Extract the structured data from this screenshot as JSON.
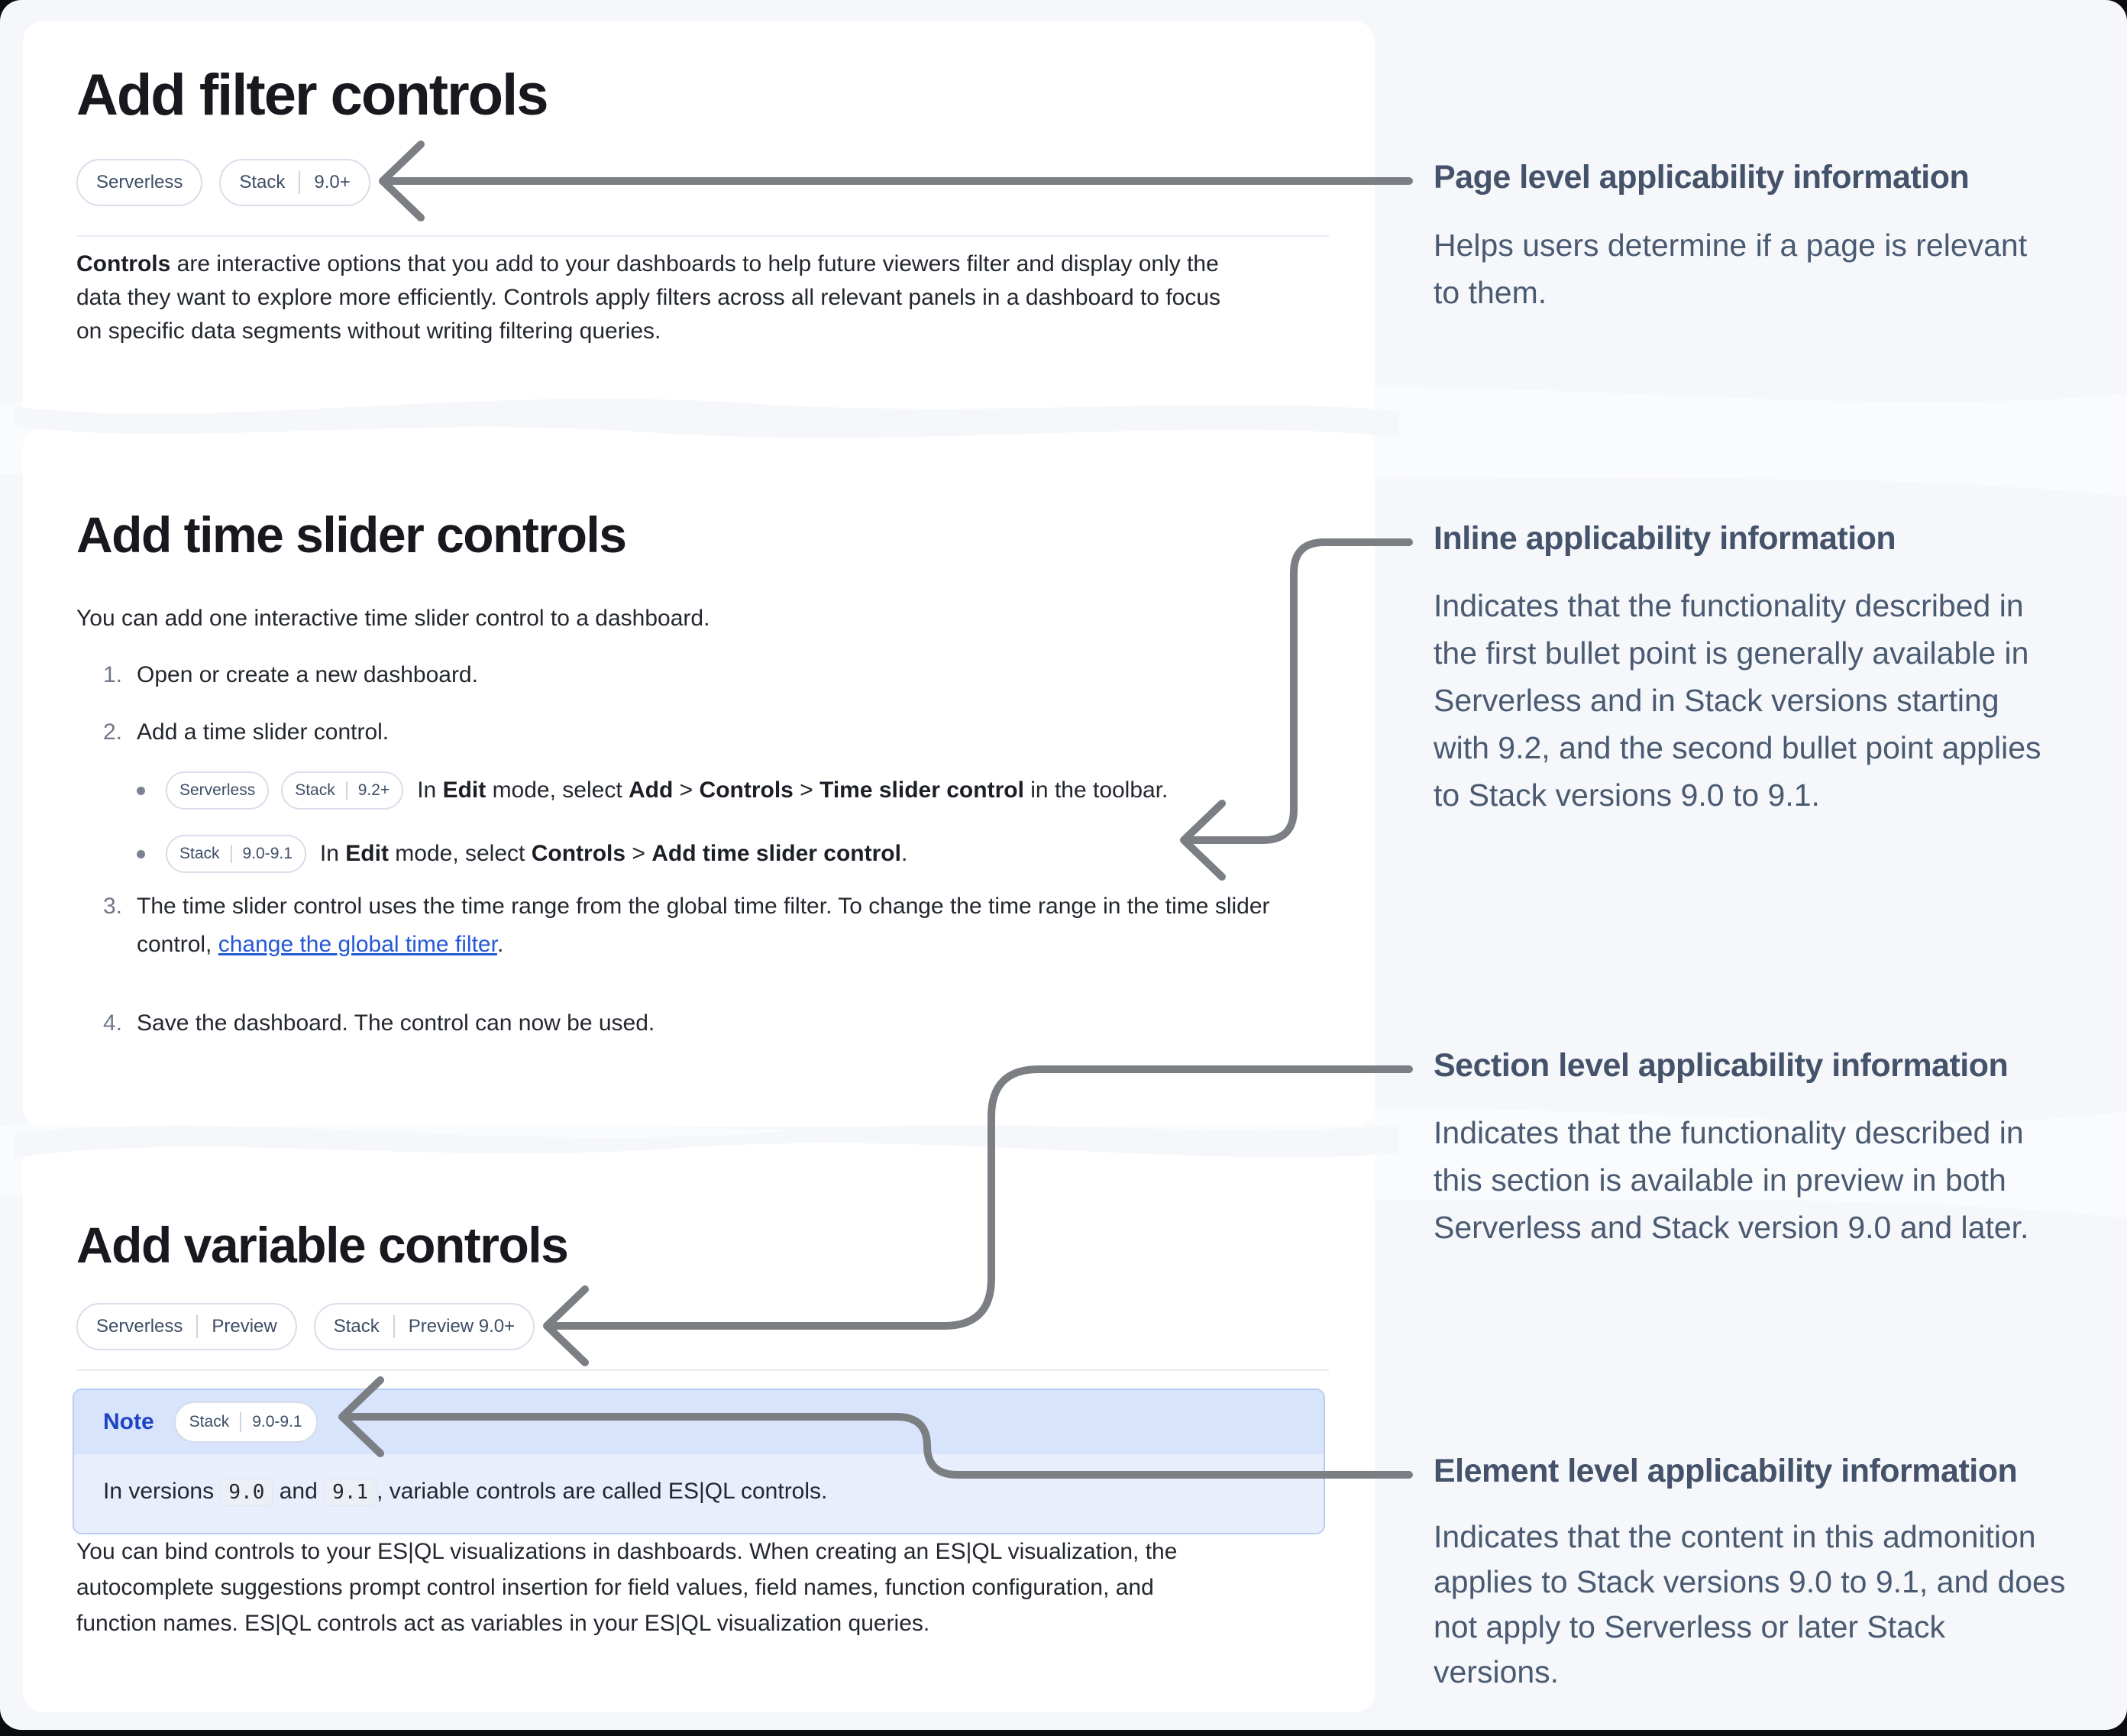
{
  "page": {
    "bg": "#f5f7fb",
    "edge": "#0a0c10",
    "arrow_color": "#7b7e83"
  },
  "sections": {
    "filter": {
      "title": "Add filter controls",
      "badges": [
        {
          "parts": [
            "Serverless"
          ]
        },
        {
          "parts": [
            "Stack",
            "9.0+"
          ]
        }
      ],
      "intro": [
        {
          "t": "Controls",
          "b": true
        },
        {
          "t": " are interactive options that you add to your dashboards to help future viewers filter and display only the\ndata they want to explore more efficiently. Controls apply filters across all relevant panels in a dashboard to focus\non specific data segments without writing filtering queries."
        }
      ]
    },
    "timeslider": {
      "title": "Add time slider controls",
      "lead": "You can add one interactive time slider control to a dashboard.",
      "steps": [
        {
          "num": "1.",
          "segments": [
            {
              "t": "Open or create a new dashboard."
            }
          ]
        },
        {
          "num": "2.",
          "segments": [
            {
              "t": "Add a time slider control."
            }
          ]
        },
        {
          "num": "3.",
          "segments": [
            {
              "t": "The time slider control uses the time range from the global time filter. To change the time range in the time slider\ncontrol, "
            },
            {
              "t": "change the global time filter",
              "link": true
            },
            {
              "t": "."
            }
          ]
        },
        {
          "num": "4.",
          "segments": [
            {
              "t": "Save the dashboard. The control can now be used."
            }
          ]
        }
      ],
      "bullets": [
        {
          "badges": [
            {
              "parts": [
                "Serverless"
              ]
            },
            {
              "parts": [
                "Stack",
                "9.2+"
              ]
            }
          ],
          "segments": [
            {
              "t": "In "
            },
            {
              "t": "Edit",
              "b": true
            },
            {
              "t": " mode, select "
            },
            {
              "t": "Add",
              "b": true
            },
            {
              "t": " > "
            },
            {
              "t": "Controls",
              "b": true
            },
            {
              "t": " > "
            },
            {
              "t": "Time slider control",
              "b": true
            },
            {
              "t": " in the toolbar."
            }
          ]
        },
        {
          "badges": [
            {
              "parts": [
                "Stack",
                "9.0-9.1"
              ]
            }
          ],
          "segments": [
            {
              "t": "In "
            },
            {
              "t": "Edit",
              "b": true
            },
            {
              "t": " mode, select "
            },
            {
              "t": "Controls",
              "b": true
            },
            {
              "t": " > "
            },
            {
              "t": "Add time slider control",
              "b": true
            },
            {
              "t": "."
            }
          ]
        }
      ]
    },
    "variable": {
      "title": "Add variable controls",
      "badges": [
        {
          "parts": [
            "Serverless",
            "Preview"
          ]
        },
        {
          "parts": [
            "Stack",
            "Preview 9.0+"
          ]
        }
      ],
      "note": {
        "label": "Note",
        "badge": [
          {
            "parts": [
              "Stack",
              "9.0-9.1"
            ]
          }
        ],
        "segments": [
          {
            "t": "In versions "
          },
          {
            "t": "9.0",
            "code": true
          },
          {
            "t": " and "
          },
          {
            "t": "9.1",
            "code": true
          },
          {
            "t": ", variable controls are called ES|QL controls."
          }
        ]
      },
      "body": "You can bind controls to your ES|QL visualizations in dashboards. When creating an ES|QL visualization, the\nautocomplete suggestions prompt control insertion for field values, field names, function configuration, and\nfunction names. ES|QL controls act as variables in your ES|QL visualization queries."
    }
  },
  "annotations": [
    {
      "title": "Page level applicability information",
      "body": "Helps users determine if a page is relevant\nto them."
    },
    {
      "title": "Inline applicability information",
      "body": "Indicates that the functionality described in\nthe first bullet point is generally available in\nServerless and in Stack versions starting\nwith 9.2, and the second bullet point applies\nto Stack versions 9.0 to 9.1."
    },
    {
      "title": "Section level applicability information",
      "body": "Indicates that the functionality described in\nthis section is available in preview in both\nServerless and Stack version 9.0 and later."
    },
    {
      "title": "Element level applicability information",
      "body": "Indicates that the content in this admonition\napplies to Stack versions 9.0 to 9.1, and does\nnot apply to Serverless or later Stack\nversions."
    }
  ]
}
